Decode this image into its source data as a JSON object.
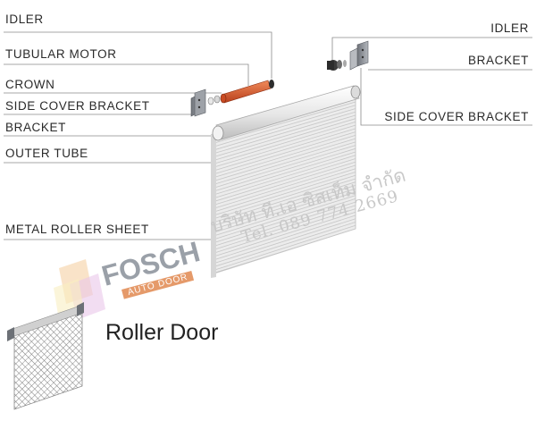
{
  "labels": {
    "idler_left": "IDLER",
    "tubular_motor": "TUBULAR MOTOR",
    "crown": "CROWN",
    "side_cover_bracket_left": "SIDE COVER BRACKET",
    "bracket_left": "BRACKET",
    "outer_tube": "OUTER TUBE",
    "metal_roller_sheet": "METAL ROLLER SHEET",
    "idler_right": "IDLER",
    "bracket_right": "BRACKET",
    "side_cover_bracket_right": "SIDE COVER BRACKET"
  },
  "caption": "Roller Door",
  "watermark": {
    "company_thai": "บริษัท ที.เอ ซิสเท็ม จำกัด",
    "phone": "Tel. 089 774 2669",
    "brand": "FOSCH",
    "brand_sub": "AUTO DOOR"
  },
  "colors": {
    "leader_line": "#8a8a8a",
    "motor": "#e0522a",
    "bracket": "#8c9096",
    "sheet": "#e9e9e9",
    "sheet_line": "#c4c4c4",
    "brand_orange": "#e59a6a"
  }
}
